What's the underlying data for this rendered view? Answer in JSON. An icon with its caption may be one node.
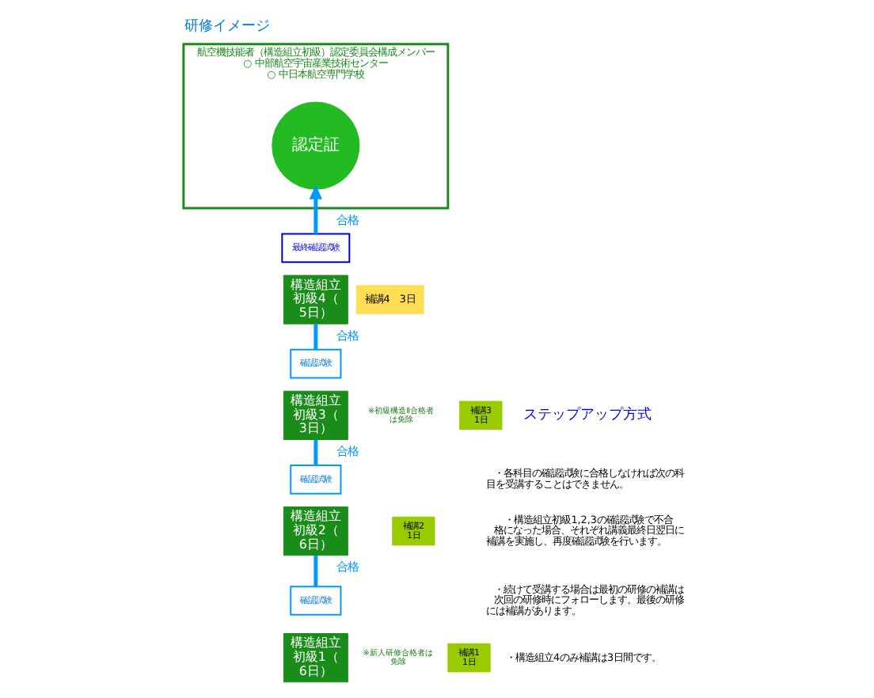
{
  "diagram": {
    "title": "研修イメージ",
    "nodes": [
      {
        "text": [
          "航空機技能者（構造組立初級）認定委員会構成メンバー",
          "○ 中部航空宇宙産業技術センター",
          "○ 中日本航空専門学校"
        ]
      },
      {
        "text": [
          "認定証"
        ],
        "in": 0
      },
      {
        "text": [
          "構造組立初級1（6日）"
        ],
        "beside": [
          "※新人研修合格者は免除"
        ]
      },
      {
        "text": [
          "補講1",
          "1日"
        ]
      },
      {
        "text": [
          "確認試験"
        ]
      },
      {
        "text": [
          "構造組立初級2（6日）"
        ]
      },
      {
        "text": [
          "補講2",
          "1日"
        ]
      },
      {
        "text": [
          "確認試験"
        ]
      },
      {
        "text": [
          "構造組立初級3（3日）"
        ],
        "beside": [
          "※初級構造Ⅱ合格者は免除"
        ]
      },
      {
        "text": [
          "補講3",
          "1日"
        ]
      },
      {
        "text": [
          "確認試験"
        ]
      },
      {
        "text": [
          "構造組立初級4（5日）"
        ]
      },
      {
        "text": [
          "補講4　3日"
        ]
      },
      {
        "text": [
          "最終確認試験"
        ]
      }
    ],
    "edges": [
      {
        "from": 4,
        "to": 5,
        "arrow": "none",
        "label": "合格"
      },
      {
        "from": 7,
        "to": 8,
        "arrow": "none",
        "label": "合格"
      },
      {
        "from": 10,
        "to": 11,
        "arrow": "none",
        "label": "合格"
      },
      {
        "from": 13,
        "to": 1,
        "arrow": "to",
        "label": "合格"
      }
    ],
    "labels": [
      "ステップアップ方式",
      "・各科目の確認試験に合格しなければ次の科目を受講することはできません。",
      "・構造組立初級1,2,3の確認試験で不合格になった場合、それぞれ講義最終日翌日に補講を実施し、再度確認試験を行います。",
      "・続けて受講する場合は最初の研修の補講は次回の研修時にフォローします。最後の研修には補講があります。",
      "・構造組立4のみ補講は3日間です。"
    ]
  }
}
